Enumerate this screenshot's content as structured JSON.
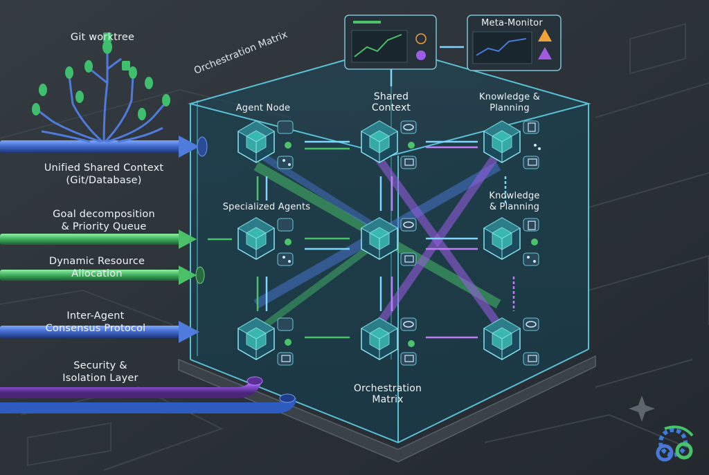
{
  "labels": {
    "git_worktree": "Git worktree",
    "unified_context_line1": "Unified Shared Context",
    "unified_context_line2": "(Git/Database)",
    "goal_line1": "Goal decomposition",
    "goal_line2": "& Priority Queue",
    "dynamic_line1": "Dynamic Resource",
    "dynamic_line2": "Allocation",
    "consensus_line1": "Inter-Agent",
    "consensus_line2": "Consensus Protocol",
    "security_line1": "Security &",
    "security_line2": "Isolation Layer",
    "orchestration_matrix_top": "Orchestration Matrix",
    "agent_node": "Agent Node",
    "shared_line1": "Shared",
    "shared_line2": "Context",
    "knowledge_top_line1": "Knowledge &",
    "knowledge_top_line2": "Planning",
    "specialized_agents": "Specialized Agents",
    "knowledge_mid_line1": "Knowledge",
    "knowledge_mid_line2": "& Planning",
    "orch_bottom_line1": "Orchestration",
    "orch_bottom_line2": "Matrix",
    "meta_monitor": "Meta-Monitor"
  },
  "colors": {
    "background": "#2b3136",
    "cube_edge": "#59c6e0",
    "blue_flow": "#4a78d8",
    "green_flow": "#49c36a",
    "purple_flow": "#9b5ce6",
    "warning_orange": "#f0a13a",
    "warning_purple": "#a25ae0"
  },
  "icons": [
    "gear-icon",
    "eye-icon",
    "document-icon",
    "network-icon",
    "terminal-icon",
    "warning-icon",
    "chart-icon",
    "git-branch-icon",
    "sparkle-icon",
    "logo-gears-icon"
  ]
}
